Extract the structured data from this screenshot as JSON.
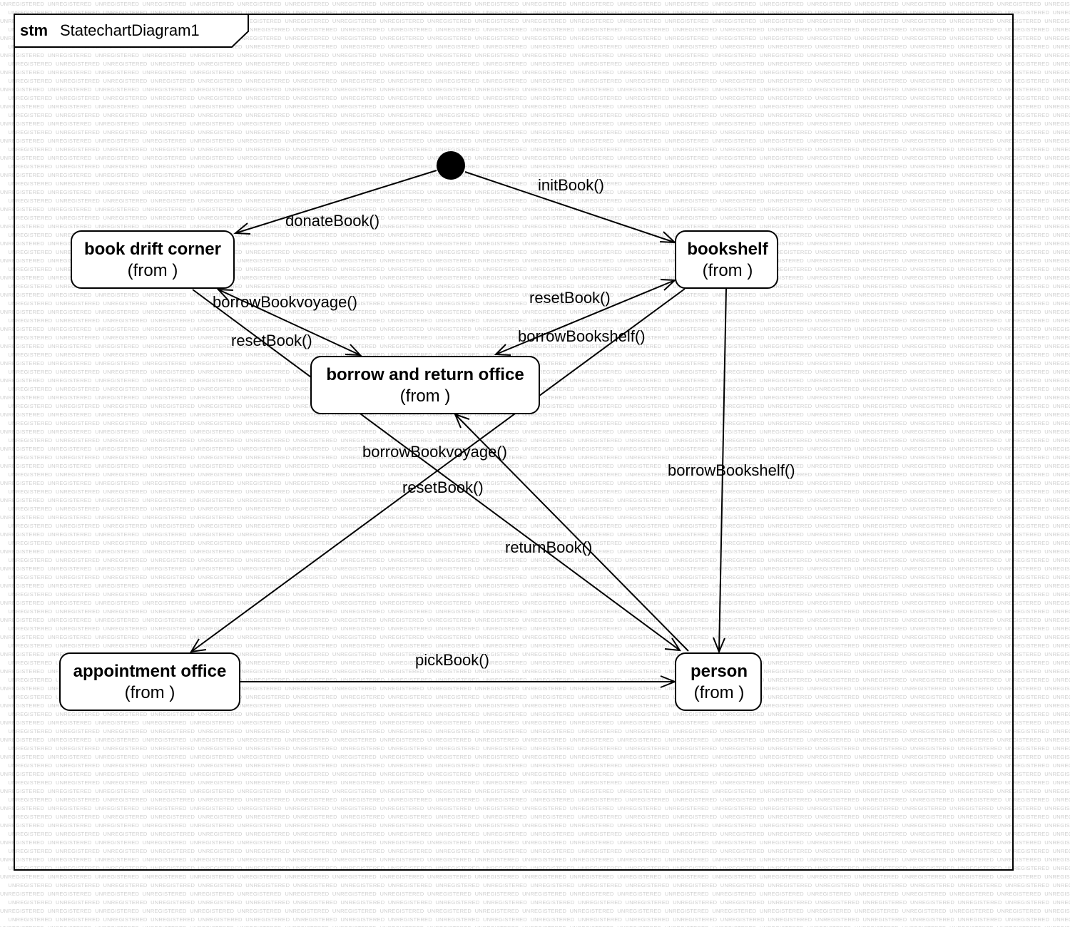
{
  "watermark": "UNREGISTERED",
  "frame": {
    "keyword": "stm",
    "name": "StatechartDiagram1"
  },
  "states": {
    "book_drift_corner": {
      "name": "book drift corner",
      "sub": "(from )"
    },
    "bookshelf": {
      "name": "bookshelf",
      "sub": "(from )"
    },
    "borrow_return_office": {
      "name": "borrow and return office",
      "sub": "(from )"
    },
    "appointment_office": {
      "name": "appointment office",
      "sub": "(from )"
    },
    "person": {
      "name": "person",
      "sub": "(from )"
    }
  },
  "transitions": [
    {
      "id": "initial-to-drift",
      "from": "initial",
      "to": "book drift corner",
      "label": "donateBook()"
    },
    {
      "id": "initial-to-bookshelf",
      "from": "initial",
      "to": "bookshelf",
      "label": "initBook()"
    },
    {
      "id": "drift-to-office",
      "from": "book drift corner",
      "to": "borrow and return office",
      "label": "borrowBookvoyage()"
    },
    {
      "id": "office-to-drift",
      "from": "borrow and return office",
      "to": "book drift corner",
      "label": "resetBook()"
    },
    {
      "id": "office-to-bookshelf",
      "from": "borrow and return office",
      "to": "bookshelf",
      "label": "resetBook()"
    },
    {
      "id": "bookshelf-to-office",
      "from": "bookshelf",
      "to": "borrow and return office",
      "label": "borrowBookshelf()"
    },
    {
      "id": "drift-to-person",
      "from": "book drift corner",
      "to": "person",
      "label": "borrowBookvoyage()"
    },
    {
      "id": "bookshelf-to-appointment",
      "from": "bookshelf",
      "to": "appointment office",
      "label": "resetBook()"
    },
    {
      "id": "person-to-office",
      "from": "person",
      "to": "borrow and return office",
      "label": "returnBook()"
    },
    {
      "id": "bookshelf-to-person",
      "from": "bookshelf",
      "to": "person",
      "label": "borrowBookshelf()"
    },
    {
      "id": "appointment-to-person",
      "from": "appointment office",
      "to": "person",
      "label": "pickBook()"
    }
  ]
}
